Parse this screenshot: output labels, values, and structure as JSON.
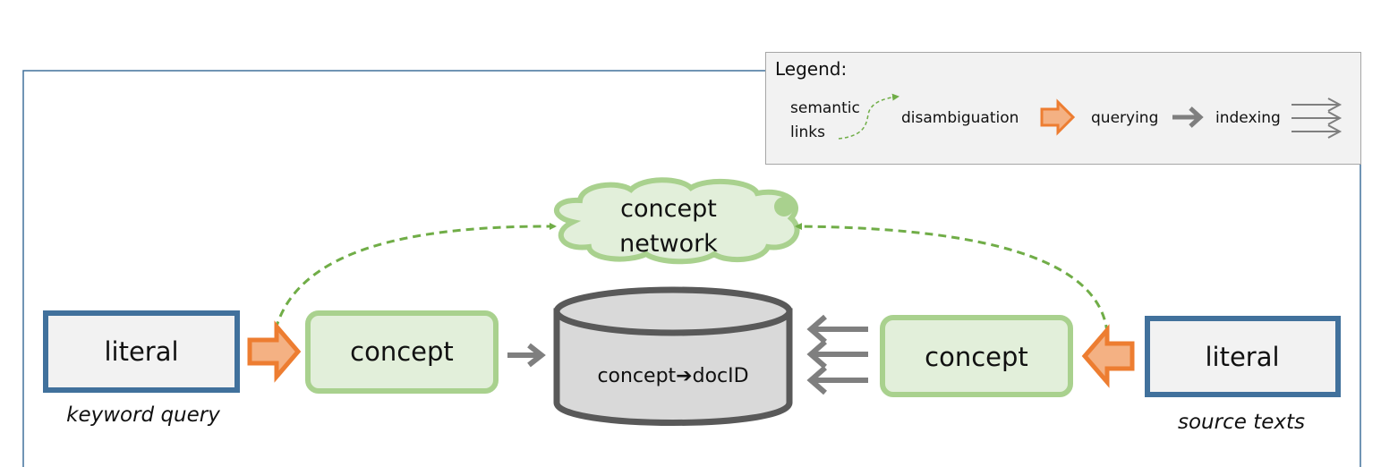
{
  "legend": {
    "title": "Legend:",
    "semantic_links_line1": "semantic",
    "semantic_links_line2": "links",
    "disambiguation": "disambiguation",
    "querying": "querying",
    "indexing": "indexing"
  },
  "cloud": {
    "line1": "concept",
    "line2": "network"
  },
  "left": {
    "literal": "literal",
    "literal_caption": "keyword query",
    "concept": "concept"
  },
  "right": {
    "literal": "literal",
    "literal_caption": "source texts",
    "concept": "concept"
  },
  "database": {
    "label_from": "concept",
    "arrow_glyph": "➔",
    "label_to": "docID"
  },
  "colors": {
    "frame": "#41719c",
    "literal_border": "#41719c",
    "literal_fill": "#f2f2f2",
    "concept_border": "#a9d18e",
    "concept_fill": "#e2efda",
    "semantic_link": "#70ad47",
    "disambiguation_arrow": "#ed7d31",
    "disambiguation_fill": "#f4b183",
    "querying_arrow": "#7f7f7f",
    "db_border": "#595959",
    "db_fill": "#d9d9d9",
    "legend_fill": "#f2f2f2",
    "legend_border": "#a6a6a6"
  }
}
